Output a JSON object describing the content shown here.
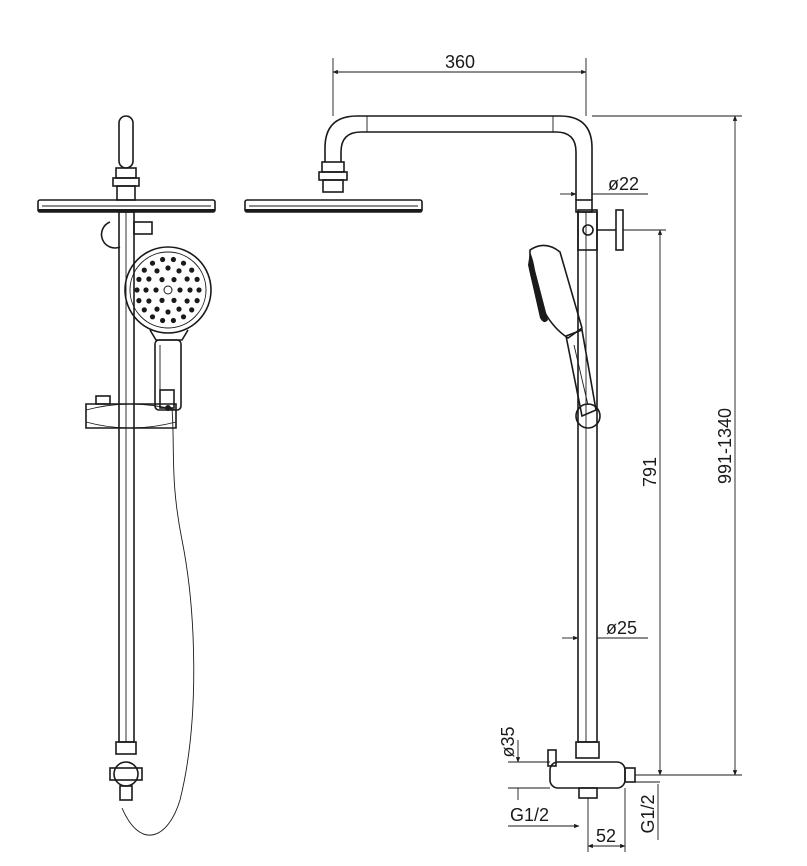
{
  "drawing": {
    "dimensions": {
      "width_top": "360",
      "pipe_upper": "ø22",
      "pipe_lower": "ø25",
      "height_mid": "791",
      "height_total": "991-1340",
      "mixer_body": "ø35",
      "inlet_left": "G1/2",
      "inlet_right": "G1/2",
      "inlet_offset": "52"
    }
  }
}
